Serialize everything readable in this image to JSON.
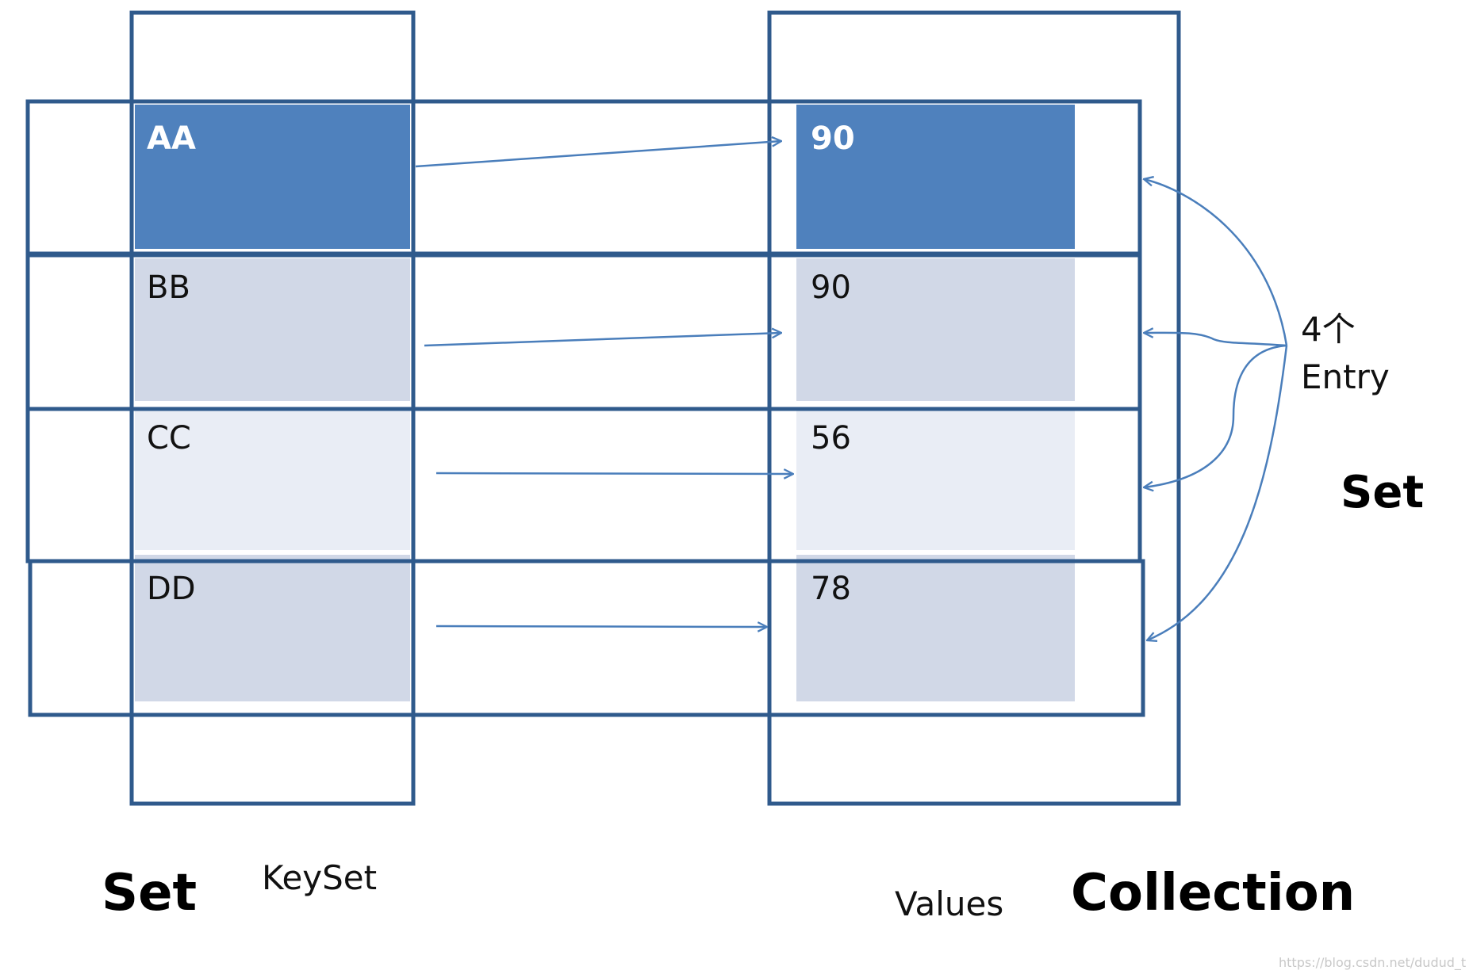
{
  "keys": [
    {
      "label": "AA",
      "highlight": true
    },
    {
      "label": "BB",
      "highlight": false
    },
    {
      "label": "CC",
      "highlight": false
    },
    {
      "label": "DD",
      "highlight": false
    }
  ],
  "values": [
    {
      "label": "90",
      "highlight": true
    },
    {
      "label": "90",
      "highlight": false
    },
    {
      "label": "56",
      "highlight": false
    },
    {
      "label": "78",
      "highlight": false
    }
  ],
  "labels": {
    "set_left": "Set",
    "keyset": "KeySet",
    "values": "Values",
    "collection": "Collection",
    "entry_count": "4个",
    "entry": "Entry",
    "set_right": "Set"
  },
  "watermark": "https://blog.csdn.net/dudud_t",
  "colors": {
    "frame": "#2f5a8c",
    "highlight_fill": "#4f81bd",
    "fill_dark": "#d1d8e7",
    "fill_light": "#e9edf5",
    "arrow": "#4a7ebb"
  }
}
